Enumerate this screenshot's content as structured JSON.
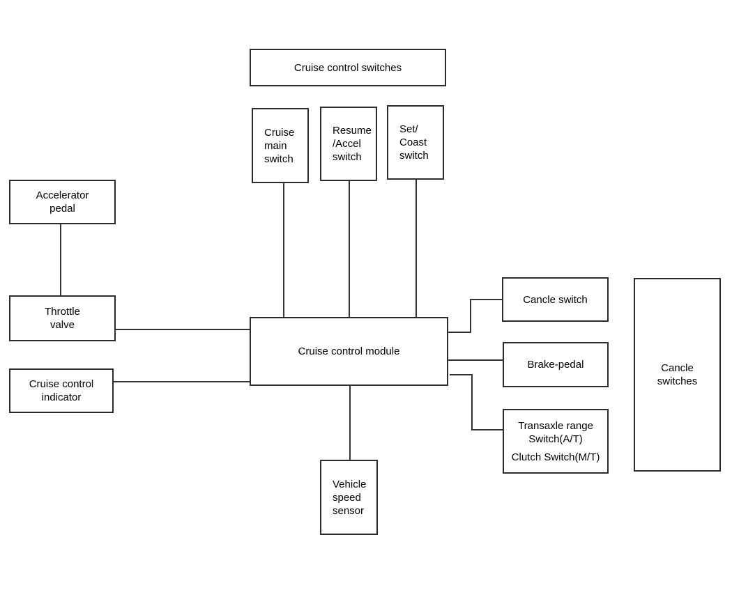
{
  "colors": {
    "background": "#ffffff",
    "box_border": "#2b2b2b",
    "line": "#333333",
    "text": "#000000"
  },
  "nodes": {
    "cruise_control_switches": {
      "label": "Cruise control switches"
    },
    "cruise_main_switch": {
      "label": "Cruise\nmain\nswitch"
    },
    "resume_accel_switch": {
      "label": "Resume\n/Accel\nswitch"
    },
    "set_coast_switch": {
      "label": "Set/\nCoast\nswitch"
    },
    "accelerator_pedal": {
      "label": "Accelerator\npedal"
    },
    "throttle_valve": {
      "label": "Throttle\nvalve"
    },
    "cruise_control_indicator": {
      "label": "Cruise control\nindicator"
    },
    "cruise_control_module": {
      "label": "Cruise control module"
    },
    "cancle_switch": {
      "label": "Cancle switch"
    },
    "brake_pedal": {
      "label": "Brake-pedal"
    },
    "transaxle": {
      "label_top": "Transaxle range\nSwitch(A/T)",
      "label_bottom": "Clutch Switch(M/T)"
    },
    "cancle_switches": {
      "label": "Cancle\nswitches"
    },
    "vehicle_speed_sensor": {
      "label": "Vehicle\nspeed\nsensor"
    }
  },
  "edges": [
    {
      "from": "accelerator_pedal",
      "to": "throttle_valve"
    },
    {
      "from": "throttle_valve",
      "to": "cruise_control_module"
    },
    {
      "from": "cruise_control_indicator",
      "to": "cruise_control_module"
    },
    {
      "from": "cruise_main_switch",
      "to": "cruise_control_module"
    },
    {
      "from": "resume_accel_switch",
      "to": "cruise_control_module"
    },
    {
      "from": "set_coast_switch",
      "to": "cruise_control_module"
    },
    {
      "from": "cruise_control_module",
      "to": "vehicle_speed_sensor"
    },
    {
      "from": "cruise_control_module",
      "to": "cancle_switch"
    },
    {
      "from": "cruise_control_module",
      "to": "brake_pedal"
    },
    {
      "from": "cruise_control_module",
      "to": "transaxle"
    }
  ]
}
